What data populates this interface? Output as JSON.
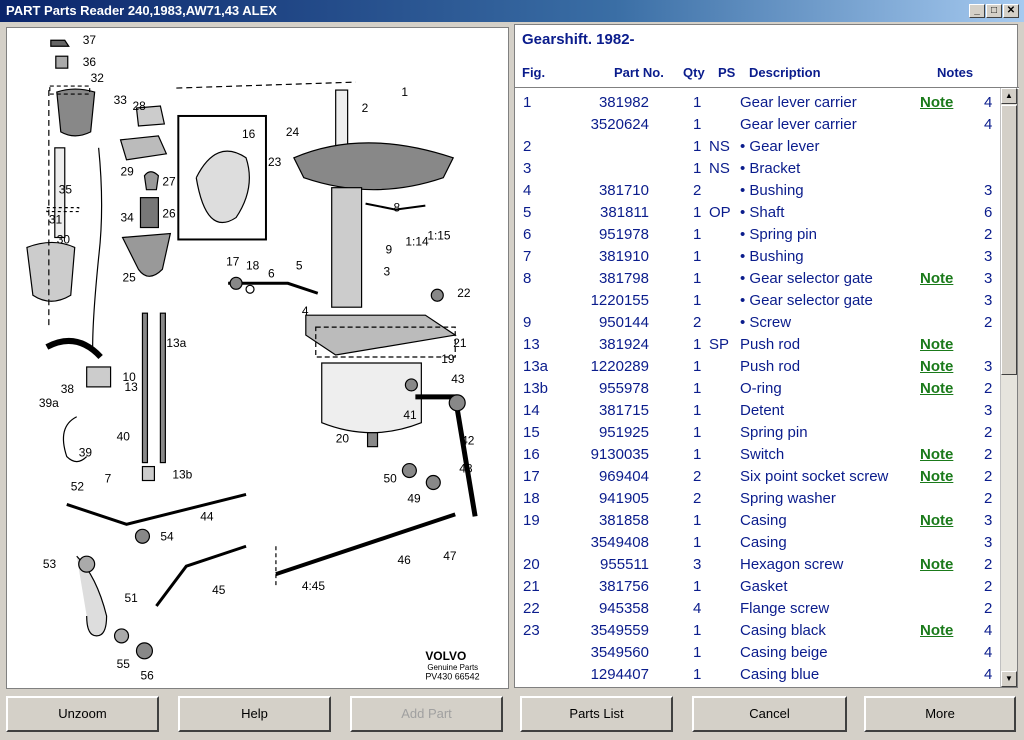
{
  "window": {
    "title": "PART Parts Reader 240,1983,AW71,43 ALEX"
  },
  "diagram": {
    "brand": "VOLVO",
    "brand_sub": "Genuine Parts",
    "code": "PV430 66542",
    "callouts": [
      "37",
      "36",
      "32",
      "33",
      "28",
      "35",
      "29",
      "27",
      "31",
      "34",
      "26",
      "30",
      "25",
      "13a",
      "10",
      "13",
      "38",
      "39a",
      "40",
      "39",
      "7",
      "13b",
      "52",
      "44",
      "54",
      "53",
      "51",
      "45",
      "55",
      "56",
      "1",
      "2",
      "24",
      "16",
      "23",
      "8",
      "9",
      "1:14",
      "1:15",
      "17",
      "18",
      "5",
      "6",
      "3",
      "4",
      "22",
      "21",
      "19",
      "43",
      "41",
      "20",
      "42",
      "50",
      "49",
      "48",
      "47",
      "46",
      "4:45"
    ]
  },
  "parts": {
    "title": "Gearshift. 1982-",
    "headers": {
      "fig": "Fig.",
      "partno": "Part No.",
      "qty": "Qty",
      "ps": "PS",
      "desc": "Description",
      "notes": "Notes"
    },
    "rows": [
      {
        "fig": "1",
        "part": "381982",
        "qty": "1",
        "ps": "",
        "desc": "Gear lever carrier",
        "note": "Note",
        "n": "4"
      },
      {
        "fig": "",
        "part": "3520624",
        "qty": "1",
        "ps": "",
        "desc": "Gear lever carrier",
        "note": "",
        "n": "4"
      },
      {
        "fig": "2",
        "part": "",
        "qty": "1",
        "ps": "NS",
        "desc": "• Gear lever",
        "note": "",
        "n": ""
      },
      {
        "fig": "3",
        "part": "",
        "qty": "1",
        "ps": "NS",
        "desc": "• Bracket",
        "note": "",
        "n": ""
      },
      {
        "fig": "4",
        "part": "381710",
        "qty": "2",
        "ps": "",
        "desc": "• Bushing",
        "note": "",
        "n": "3"
      },
      {
        "fig": "5",
        "part": "381811",
        "qty": "1",
        "ps": "OP",
        "desc": "• Shaft",
        "note": "",
        "n": "6"
      },
      {
        "fig": "6",
        "part": "951978",
        "qty": "1",
        "ps": "",
        "desc": "• Spring pin",
        "note": "",
        "n": "2"
      },
      {
        "fig": "7",
        "part": "381910",
        "qty": "1",
        "ps": "",
        "desc": "• Bushing",
        "note": "",
        "n": "3"
      },
      {
        "fig": "8",
        "part": "381798",
        "qty": "1",
        "ps": "",
        "desc": "• Gear selector gate",
        "note": "Note",
        "n": "3"
      },
      {
        "fig": "",
        "part": "1220155",
        "qty": "1",
        "ps": "",
        "desc": "• Gear selector gate",
        "note": "",
        "n": "3"
      },
      {
        "fig": "9",
        "part": "950144",
        "qty": "2",
        "ps": "",
        "desc": "• Screw",
        "note": "",
        "n": "2"
      },
      {
        "fig": "13",
        "part": "381924",
        "qty": "1",
        "ps": "SP",
        "desc": "Push rod",
        "note": "Note",
        "n": ""
      },
      {
        "fig": "13a",
        "part": "1220289",
        "qty": "1",
        "ps": "",
        "desc": "Push rod",
        "note": "Note",
        "n": "3"
      },
      {
        "fig": "13b",
        "part": "955978",
        "qty": "1",
        "ps": "",
        "desc": "O-ring",
        "note": "Note",
        "n": "2"
      },
      {
        "fig": "14",
        "part": "381715",
        "qty": "1",
        "ps": "",
        "desc": "Detent",
        "note": "",
        "n": "3"
      },
      {
        "fig": "15",
        "part": "951925",
        "qty": "1",
        "ps": "",
        "desc": "Spring pin",
        "note": "",
        "n": "2"
      },
      {
        "fig": "16",
        "part": "9130035",
        "qty": "1",
        "ps": "",
        "desc": "Switch",
        "note": "Note",
        "n": "2"
      },
      {
        "fig": "17",
        "part": "969404",
        "qty": "2",
        "ps": "",
        "desc": "Six point socket screw",
        "note": "Note",
        "n": "2"
      },
      {
        "fig": "18",
        "part": "941905",
        "qty": "2",
        "ps": "",
        "desc": "Spring washer",
        "note": "",
        "n": "2"
      },
      {
        "fig": "19",
        "part": "381858",
        "qty": "1",
        "ps": "",
        "desc": "Casing",
        "note": "Note",
        "n": "3"
      },
      {
        "fig": "",
        "part": "3549408",
        "qty": "1",
        "ps": "",
        "desc": "Casing",
        "note": "",
        "n": "3"
      },
      {
        "fig": "20",
        "part": "955511",
        "qty": "3",
        "ps": "",
        "desc": "Hexagon screw",
        "note": "Note",
        "n": "2"
      },
      {
        "fig": "21",
        "part": "381756",
        "qty": "1",
        "ps": "",
        "desc": "Gasket",
        "note": "",
        "n": "2"
      },
      {
        "fig": "22",
        "part": "945358",
        "qty": "4",
        "ps": "",
        "desc": "Flange screw",
        "note": "",
        "n": "2"
      },
      {
        "fig": "23",
        "part": "3549559",
        "qty": "1",
        "ps": "",
        "desc": "Casing black",
        "note": "Note",
        "n": "4"
      },
      {
        "fig": "",
        "part": "3549560",
        "qty": "1",
        "ps": "",
        "desc": "Casing beige",
        "note": "",
        "n": "4"
      },
      {
        "fig": "",
        "part": "1294407",
        "qty": "1",
        "ps": "",
        "desc": "Casing blue",
        "note": "",
        "n": "4"
      }
    ]
  },
  "buttons": {
    "unzoom": "Unzoom",
    "help": "Help",
    "add_part": "Add Part",
    "parts_list": "Parts List",
    "cancel": "Cancel",
    "more": "More"
  },
  "window_controls": {
    "minimize": "_",
    "maximize": "□",
    "close": "✕"
  },
  "scrollbar": {
    "up": "▲",
    "down": "▼"
  }
}
